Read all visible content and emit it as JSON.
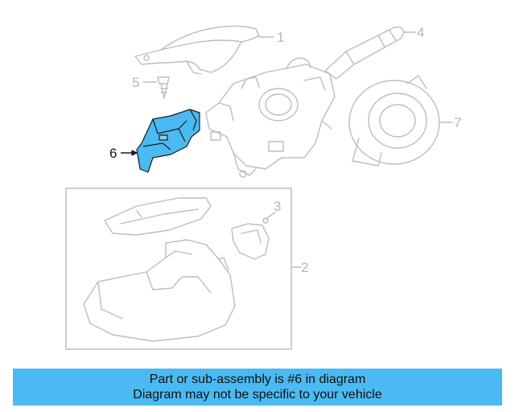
{
  "diagram": {
    "callouts": [
      "1",
      "2",
      "3",
      "4",
      "5",
      "6",
      "7"
    ],
    "highlight_color": "#4bbaf2",
    "line_color": "#bdbdbd"
  },
  "banner": {
    "line1": "Part or sub-assembly is #6 in diagram",
    "line2": "Diagram may not be specific to your vehicle",
    "background": "#4bbaf2"
  }
}
